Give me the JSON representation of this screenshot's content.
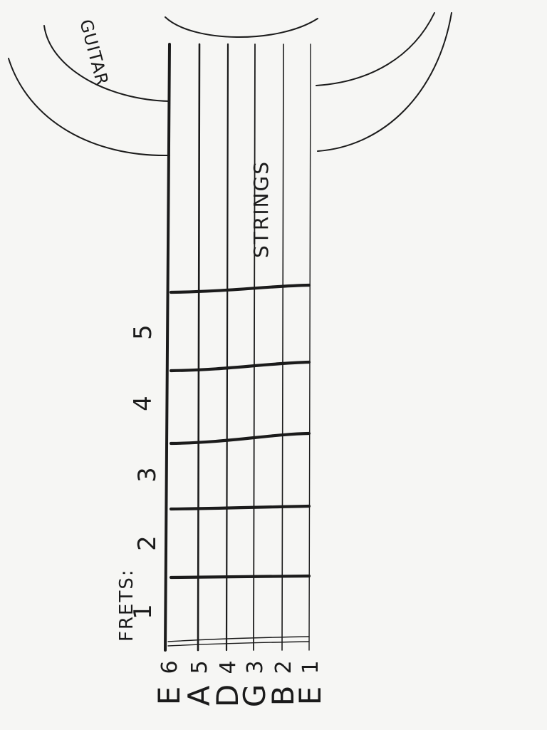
{
  "diagram": {
    "guitar_label": "GUITAR",
    "strings_label": "STRINGS",
    "frets_label": "FRETS:",
    "fret_numbers": [
      "1",
      "2",
      "3",
      "4",
      "5"
    ],
    "strings": [
      {
        "number": "6",
        "note": "E"
      },
      {
        "number": "5",
        "note": "A"
      },
      {
        "number": "4",
        "note": "D"
      },
      {
        "number": "3",
        "note": "G"
      },
      {
        "number": "2",
        "note": "B"
      },
      {
        "number": "1",
        "note": "E"
      }
    ],
    "colors": {
      "ink": "#1b1b1b",
      "paper": "#f6f6f4"
    }
  }
}
